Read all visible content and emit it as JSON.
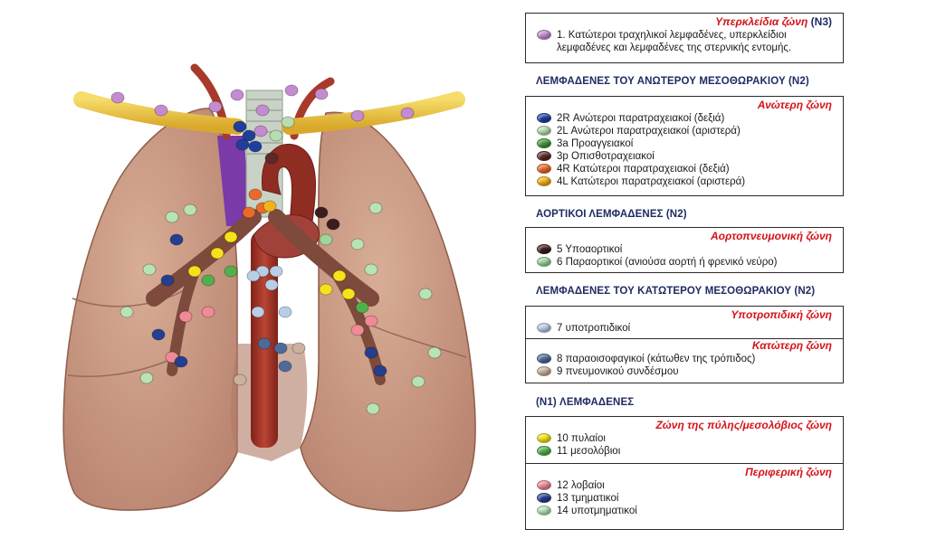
{
  "colors": {
    "violet": "#c48bd1",
    "blue_dark": "#1f3f9a",
    "green_light": "#b7ddb0",
    "green": "#3f9a3a",
    "brown_dark": "#5a2a2a",
    "orange": "#ea6a2a",
    "yellow": "#f2b21a",
    "black_brown": "#3b1d1d",
    "pale_green": "#9fd49a",
    "light_blue": "#b8cde6",
    "slate_blue": "#4e6a98",
    "tan": "#cbb29c",
    "yellow_bright": "#f5e21a",
    "green_mid": "#52b04a",
    "pink": "#ef8a96",
    "navy": "#243f8f",
    "mint": "#b8e3b5",
    "lung": "#c99b84",
    "aorta": "#a83a2c",
    "vessel_yellow": "#e8c13a",
    "vein_purple": "#7a3aa8"
  },
  "n3": {
    "zone_title": "Υπερκλείδια ζώνη",
    "zone_tag": "(N3)",
    "items": [
      {
        "icon": "violet-node-icon",
        "color": "#c48bd1",
        "text": "1. Κατώτεροι τραχηλικοί λεμφαδένες, υπερκλείδιοι\nλεμφαδένες και λεμφαδένες της στερνικής εντομής."
      }
    ]
  },
  "upper_mediastinal": {
    "heading": "ΛΕΜΦΑΔΕΝΕΣ ΤΟΥ ΑΝΩΤΕΡΟΥ ΜΕΣΟΘΩΡΑΚΙΟΥ (N2)",
    "zone_title": "Ανώτερη ζώνη",
    "items": [
      {
        "color": "#1f3f9a",
        "text": "2R Ανώτεροι παρατραχειακοί (δεξιά)"
      },
      {
        "color": "#b7ddb0",
        "text": "2L Ανώτεροι παρατραχειακοί (αριστερά)"
      },
      {
        "color": "#3f9a3a",
        "text": "3a Προαγγειακοί"
      },
      {
        "color": "#5a2a2a",
        "text": "3p Οπισθοτραχειακοί"
      },
      {
        "color": "#ea6a2a",
        "text": "4R Κατώτεροι παρατραχειακοί (δεξιά)"
      },
      {
        "color": "#f2b21a",
        "text": "4L Κατώτεροι παρατραχειακοί (αριστερά)"
      }
    ]
  },
  "aortic": {
    "heading": "ΑΟΡΤΙΚΟΙ ΛΕΜΦΑΔΕΝΕΣ (N2)",
    "zone_title": "Αορτοπνευμονική ζώνη",
    "items": [
      {
        "color": "#3b1d1d",
        "text": "5 Υποαορτικοί"
      },
      {
        "color": "#9fd49a",
        "text": "6 Παραορτικοί (ανιούσα αορτή ή φρενικό νεύρο)"
      }
    ]
  },
  "lower_mediastinal": {
    "heading": "ΛΕΜΦΑΔΕΝΕΣ ΤΟΥ ΚΑΤΩΤΕΡΟΥ ΜΕΣΟΘΩΡΑΚΙΟΥ (N2)",
    "subcarinal_zone": "Υποτροπιδική ζώνη",
    "subcarinal_items": [
      {
        "color": "#b8cde6",
        "text": "7 υποτροπιδικοί"
      }
    ],
    "lower_zone": "Κατώτερη ζώνη",
    "lower_items": [
      {
        "color": "#4e6a98",
        "text": "8 παραοισοφαγικοί  (κάτωθεν της τρόπιδος)"
      },
      {
        "color": "#cbb29c",
        "text": "9 πνευμονικού συνδέσμου"
      }
    ]
  },
  "n1": {
    "heading": "(N1) ΛΕΜΦΑΔΕΝΕΣ",
    "hilar_zone": "Ζώνη της πύλης/μεσολόβιος ζώνη",
    "hilar_items": [
      {
        "color": "#f5e21a",
        "text": "10 πυλαίοι"
      },
      {
        "color": "#52b04a",
        "text": "11 μεσολόβιοι"
      }
    ],
    "peripheral_zone": "Περιφερική ζώνη",
    "peripheral_items": [
      {
        "color": "#ef8a96",
        "text": "12 λοβαίοι"
      },
      {
        "color": "#243f8f",
        "text": "13 τμηματικοί"
      },
      {
        "color": "#b8e3b5",
        "text": "14 υποτμηματικοί"
      }
    ]
  }
}
